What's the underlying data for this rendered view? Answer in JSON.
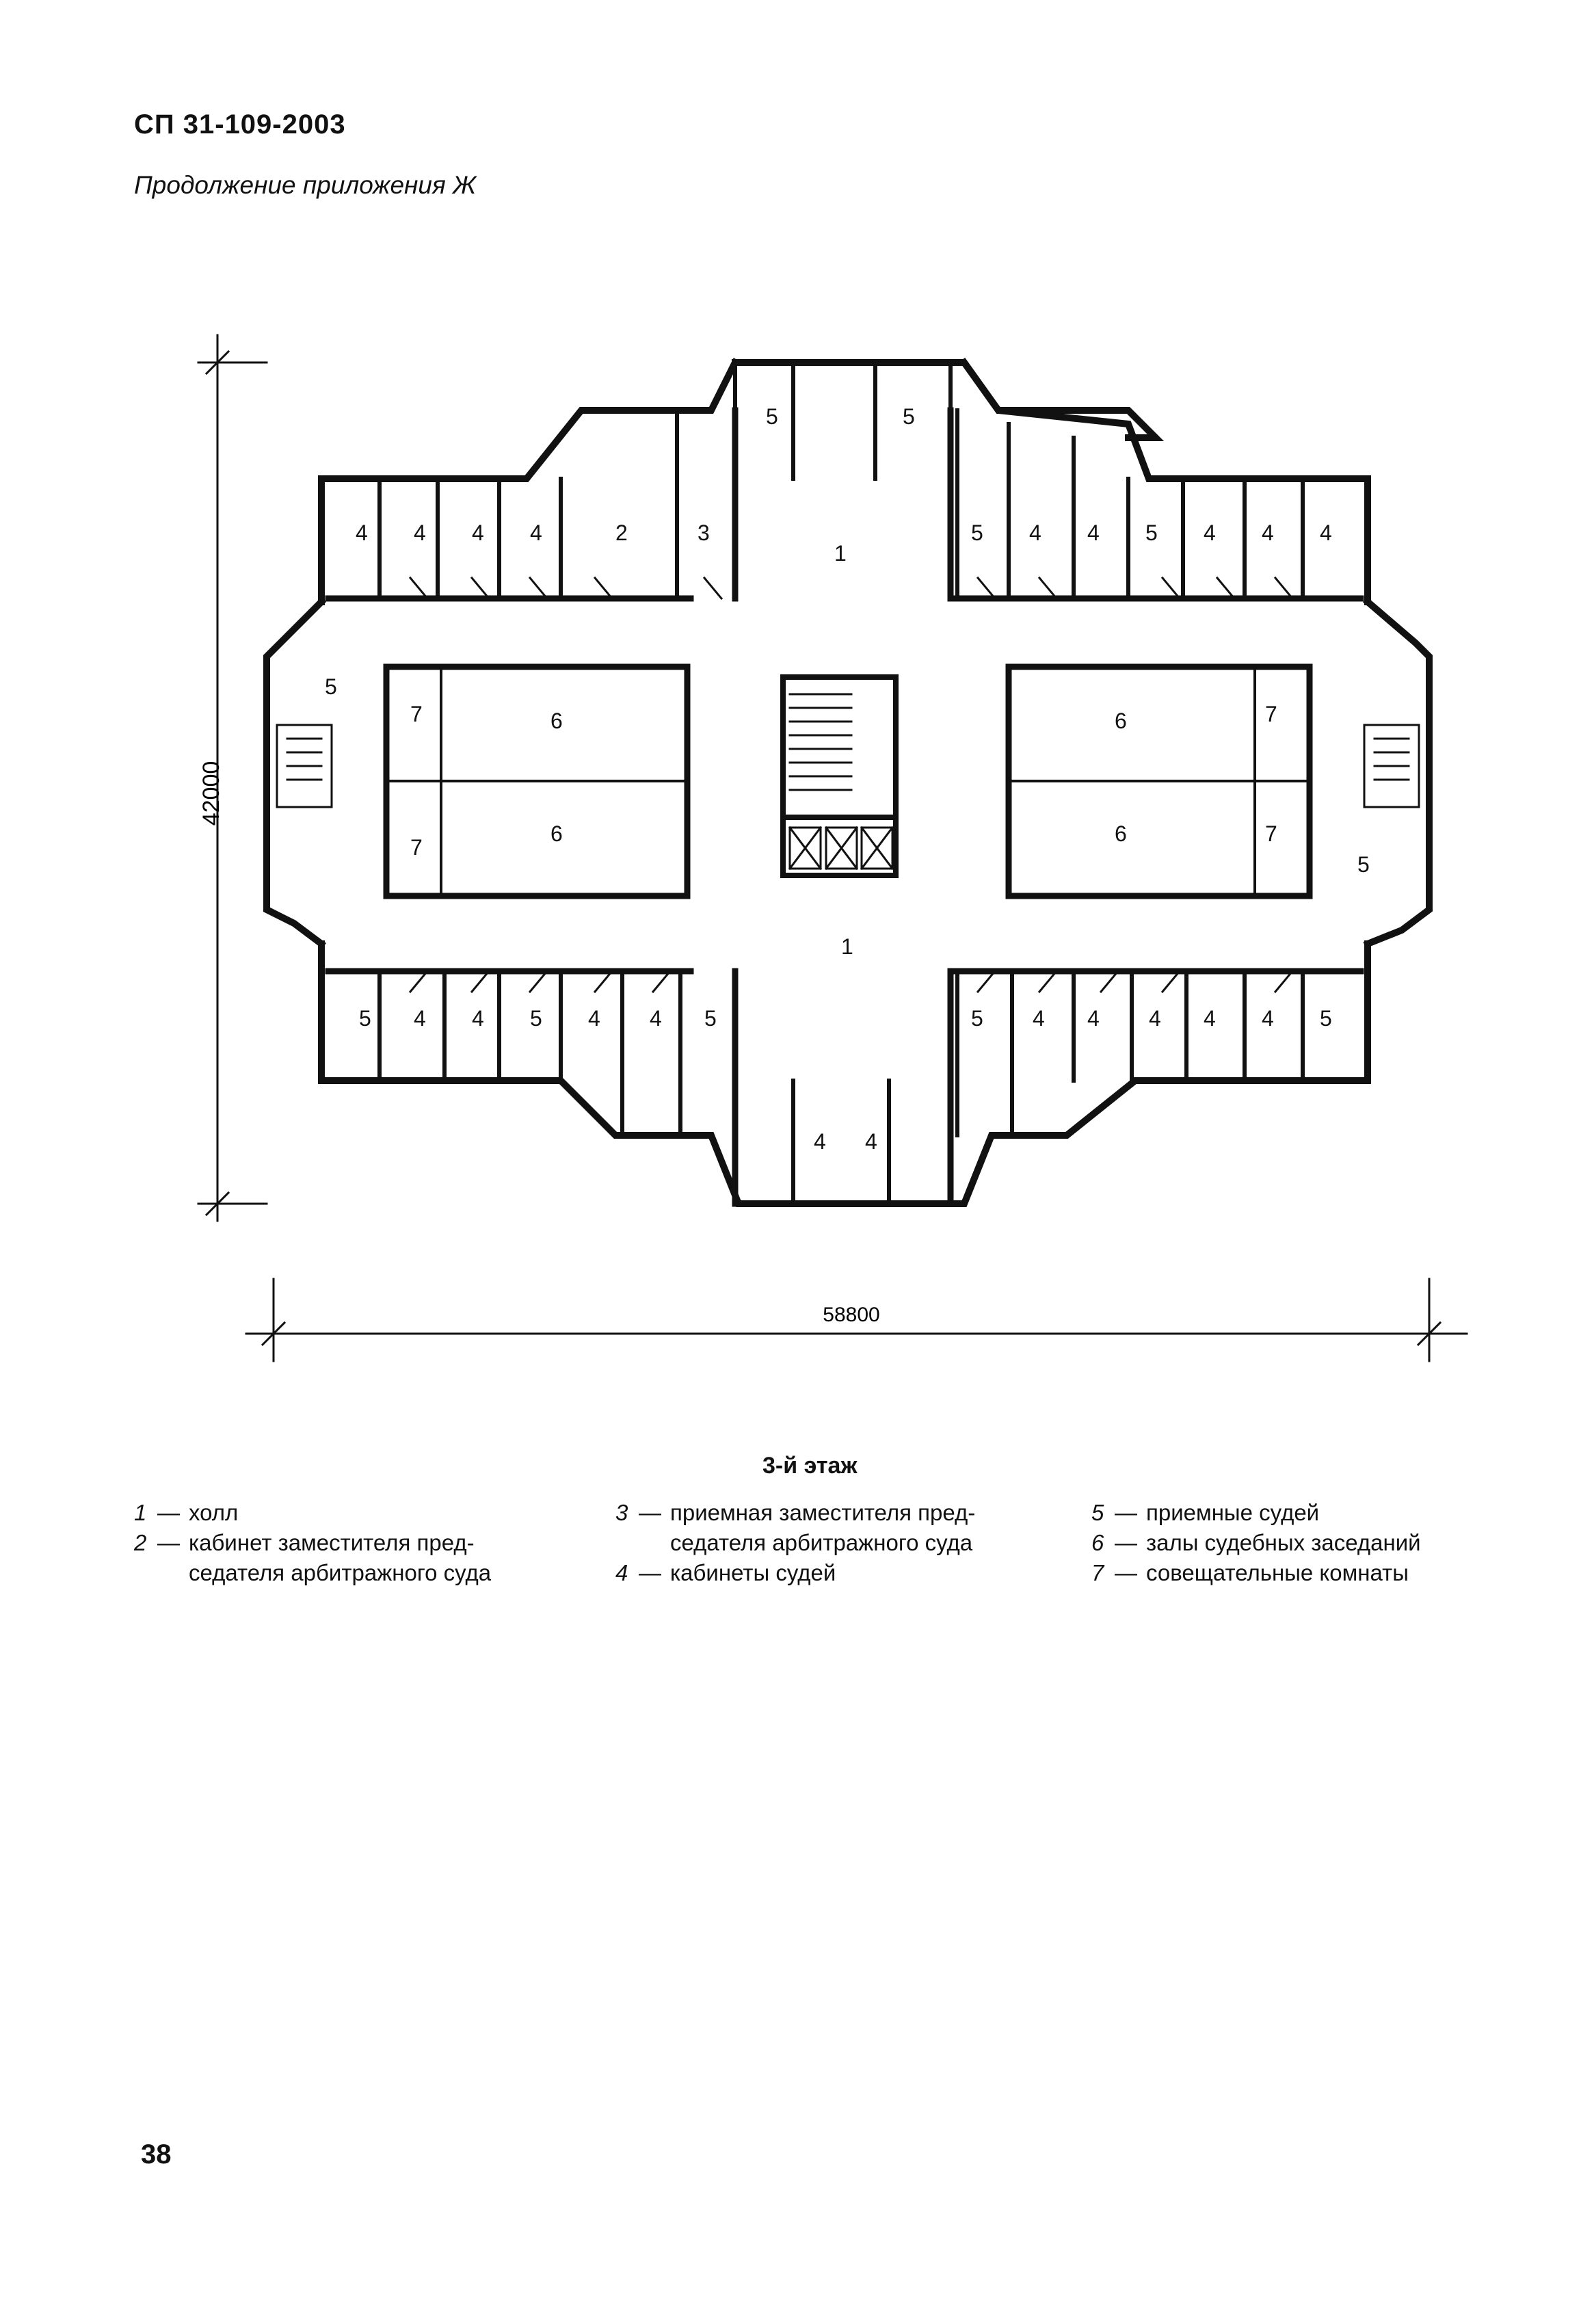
{
  "header": {
    "code": "СП 31-109-2003",
    "subtitle": "Продолжение приложения Ж"
  },
  "plan": {
    "dim_height": "42000",
    "dim_width": "58800",
    "room_labels": [
      "1",
      "2",
      "3",
      "4",
      "5",
      "6",
      "7"
    ]
  },
  "floor_title": "3-й этаж",
  "legend": [
    {
      "num": "1",
      "lines": [
        "холл"
      ]
    },
    {
      "num": "2",
      "lines": [
        "кабинет заместителя пред-",
        "седателя арбитражного суда"
      ]
    },
    {
      "num": "3",
      "lines": [
        "приемная заместителя пред-",
        "седателя арбитражного суда"
      ]
    },
    {
      "num": "4",
      "lines": [
        "кабинеты судей"
      ]
    },
    {
      "num": "5",
      "lines": [
        "приемные судей"
      ]
    },
    {
      "num": "6",
      "lines": [
        "залы судебных заседаний"
      ]
    },
    {
      "num": "7",
      "lines": [
        "совещательные комнаты"
      ]
    }
  ],
  "page_number": "38"
}
